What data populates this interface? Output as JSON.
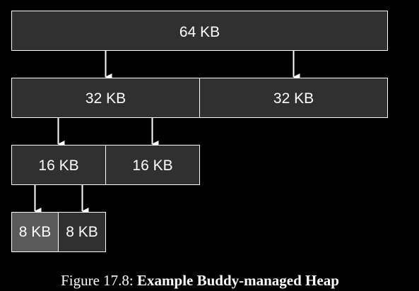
{
  "colors": {
    "background": "#000000",
    "block_fill": "#303030",
    "block_fill_highlight": "#5a5a5a",
    "stroke": "#ffffff"
  },
  "blocks": {
    "root": "64 KB",
    "level1_left": "32 KB",
    "level1_right": "32 KB",
    "level2_left": "16 KB",
    "level2_right": "16 KB",
    "level3_left": "8 KB",
    "level3_right": "8 KB"
  },
  "caption": {
    "prefix": "Figure 17.8: ",
    "title": "Example Buddy-managed Heap"
  }
}
